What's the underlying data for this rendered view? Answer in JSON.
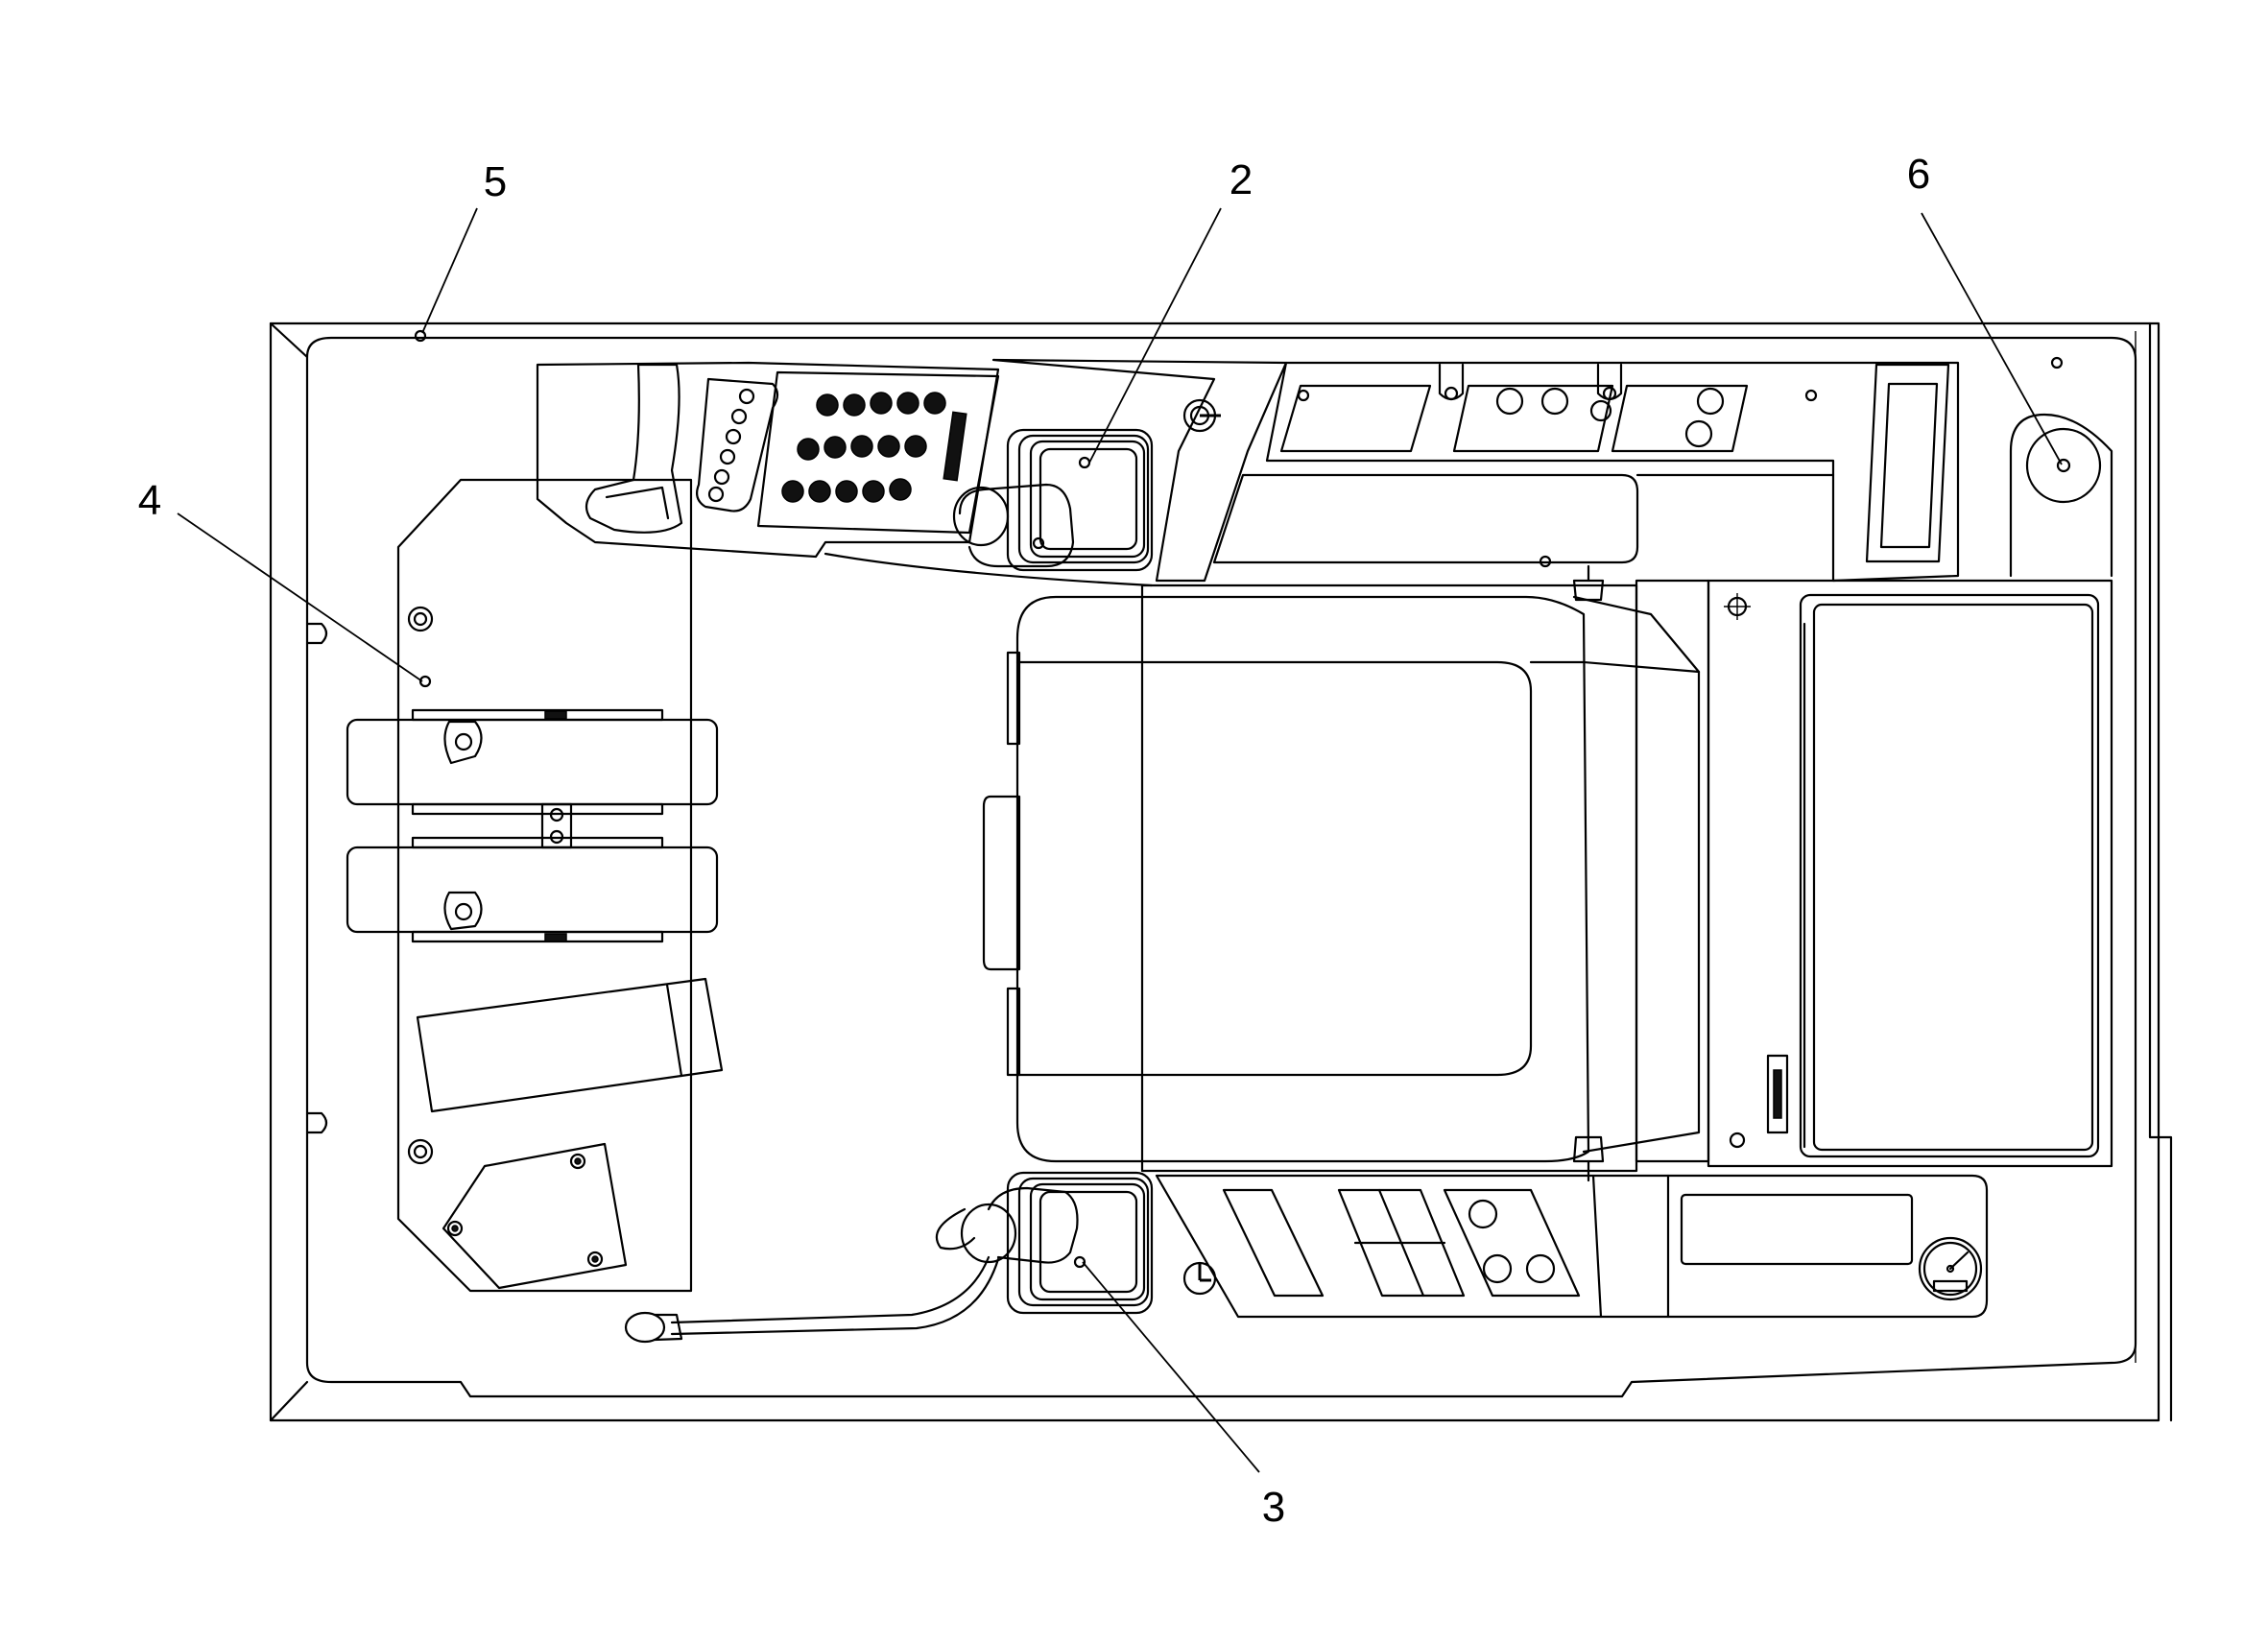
{
  "callouts": [
    {
      "id": "2",
      "label": "2"
    },
    {
      "id": "3",
      "label": "3"
    },
    {
      "id": "4",
      "label": "4"
    },
    {
      "id": "5",
      "label": "5"
    },
    {
      "id": "6",
      "label": "6"
    }
  ]
}
